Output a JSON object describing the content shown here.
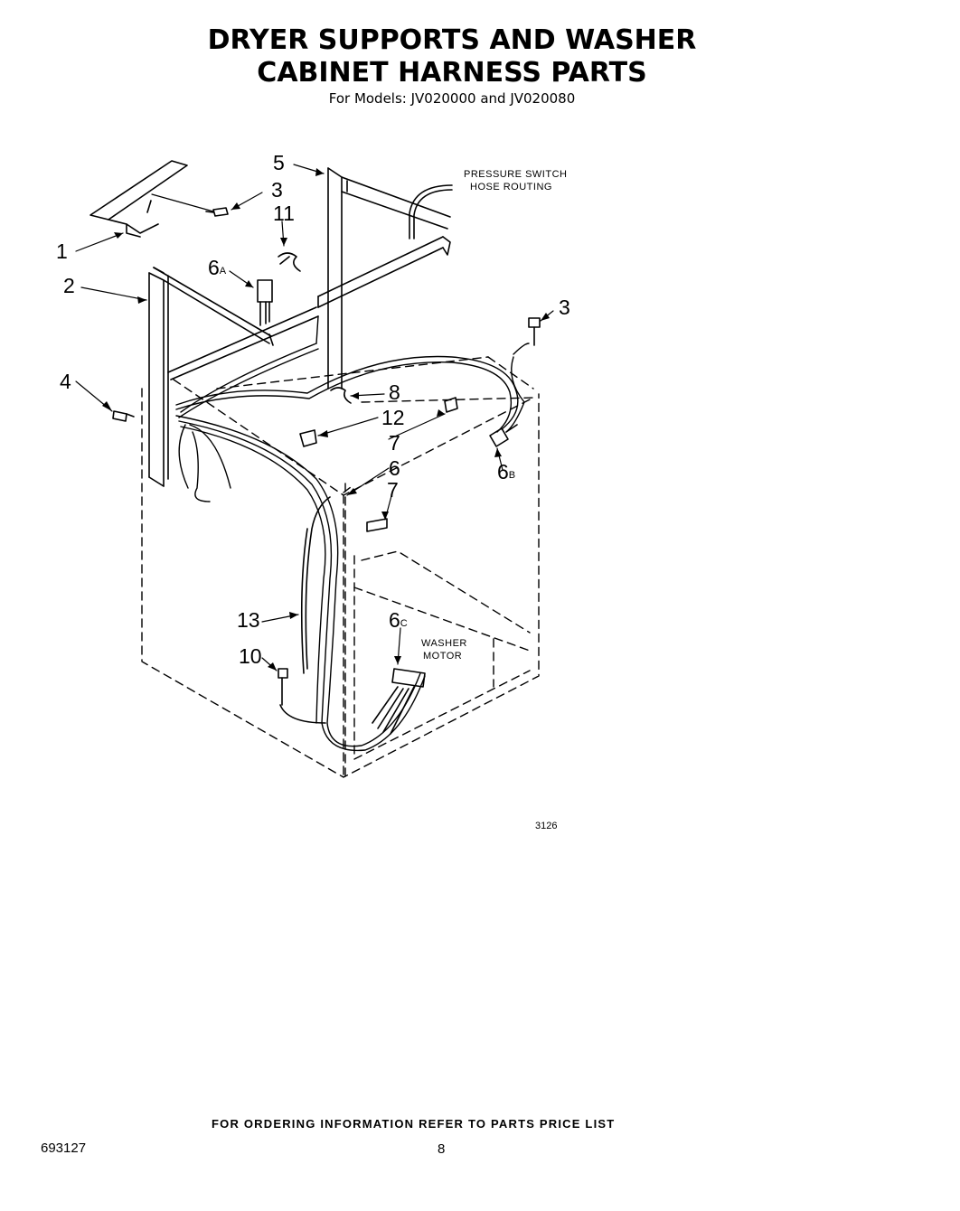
{
  "header": {
    "title_line1": "DRYER SUPPORTS AND WASHER",
    "title_line2": "CABINET HARNESS PARTS",
    "subtitle": "For Models: JV020000 and JV020080"
  },
  "callouts": {
    "c1": "1",
    "c2": "2",
    "c3a": "3",
    "c3b": "3",
    "c4": "4",
    "c5": "5",
    "c6": "6",
    "c6a_num": "6",
    "c6a_sub": "A",
    "c6b_num": "6",
    "c6b_sub": "B",
    "c6c_num": "6",
    "c6c_sub": "C",
    "c7a": "7",
    "c7b": "7",
    "c8": "8",
    "c10": "10",
    "c11": "11",
    "c12": "12",
    "c13": "13"
  },
  "notes": {
    "pressure_line1": "PRESSURE SWITCH",
    "pressure_line2": "HOSE ROUTING",
    "washer_line1": "WASHER",
    "washer_line2": "MOTOR"
  },
  "footer": {
    "figure_code": "3126",
    "ordering_info": "FOR ORDERING INFORMATION REFER TO PARTS PRICE LIST",
    "doc_number": "693127",
    "page_number": "8"
  }
}
